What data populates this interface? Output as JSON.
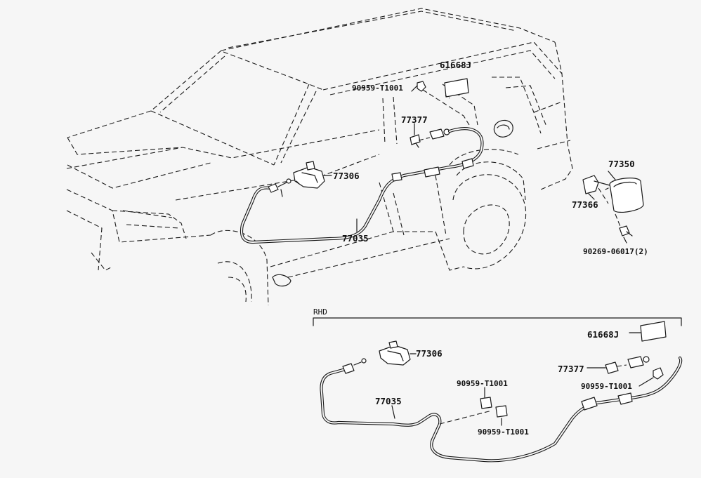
{
  "diagram": {
    "section_label": "RHD",
    "upper_labels": {
      "label_1": "61668J",
      "clip_label": "90959-T1001",
      "end_label": "77377",
      "opener_label": "77306",
      "cable_label": "77035",
      "lid_label": "77350",
      "hinge_label": "77366",
      "screw_label": "90269-06017(2)"
    },
    "lower_labels": {
      "label_1": "61668J",
      "end_label": "77377",
      "clip_label_right": "90959-T1001",
      "opener_label": "77306",
      "cable_label": "77035",
      "clip_label_mid": "90959-T1001",
      "clip_label_low": "90959-T1001"
    }
  }
}
